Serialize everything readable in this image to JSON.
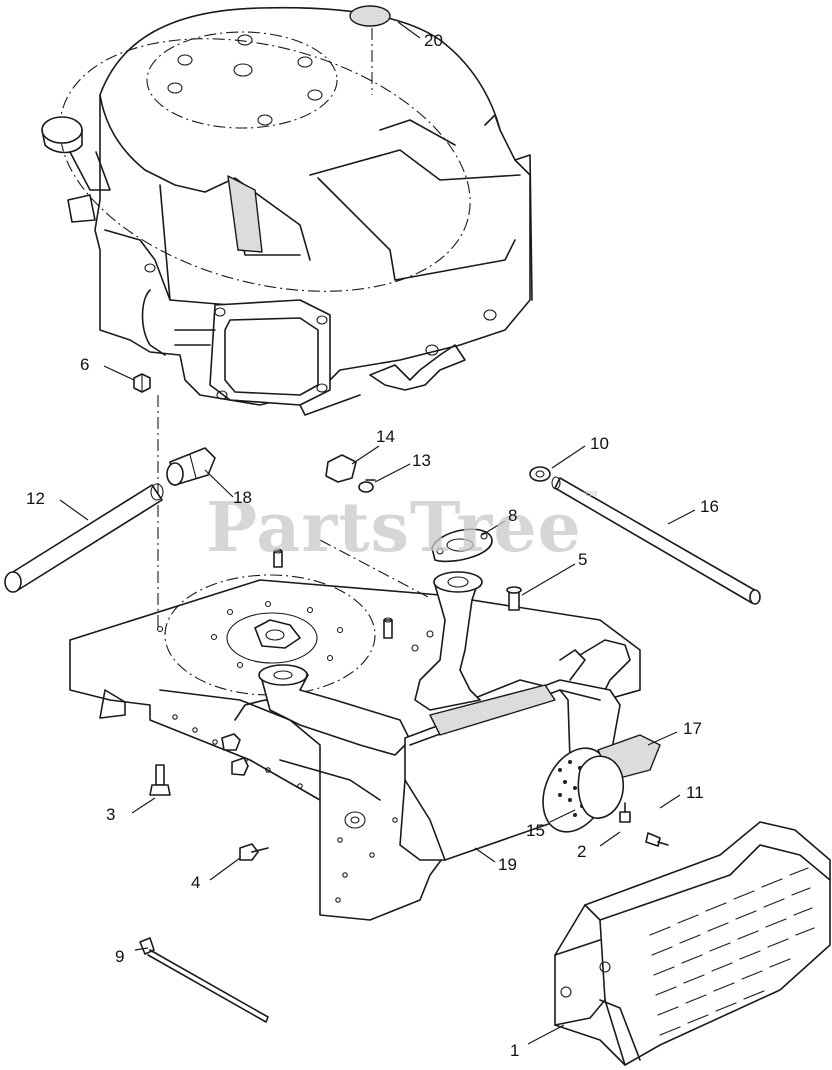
{
  "diagram": {
    "watermark": {
      "text": "PartsTree",
      "mark": "™",
      "color": "#c9c9c9"
    },
    "callouts": [
      {
        "id": "1",
        "label": "1"
      },
      {
        "id": "2",
        "label": "2"
      },
      {
        "id": "3",
        "label": "3"
      },
      {
        "id": "4",
        "label": "4"
      },
      {
        "id": "5",
        "label": "5"
      },
      {
        "id": "6",
        "label": "6"
      },
      {
        "id": "8",
        "label": "8"
      },
      {
        "id": "9",
        "label": "9"
      },
      {
        "id": "10",
        "label": "10"
      },
      {
        "id": "11",
        "label": "11"
      },
      {
        "id": "12",
        "label": "12"
      },
      {
        "id": "13",
        "label": "13"
      },
      {
        "id": "14",
        "label": "14"
      },
      {
        "id": "15",
        "label": "15"
      },
      {
        "id": "16",
        "label": "16"
      },
      {
        "id": "17",
        "label": "17"
      },
      {
        "id": "18",
        "label": "18"
      },
      {
        "id": "19",
        "label": "19"
      },
      {
        "id": "20",
        "label": "20"
      }
    ],
    "parts_depicted": [
      "engine",
      "frame",
      "muffler",
      "muffler-guard",
      "exhaust-pipe",
      "gasket",
      "tubes",
      "cable-tie",
      "bolts",
      "nuts",
      "clip",
      "decal"
    ]
  }
}
